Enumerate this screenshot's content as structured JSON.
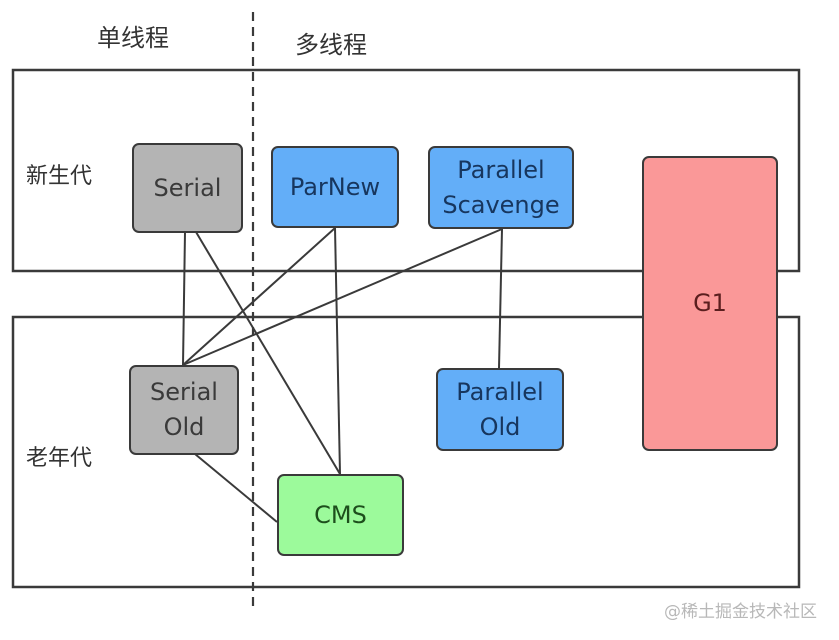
{
  "headers": {
    "single_thread": "单线程",
    "multi_thread": "多线程"
  },
  "generations": {
    "young": "新生代",
    "old": "老年代"
  },
  "collectors": {
    "serial": {
      "label": "Serial",
      "generation": "young",
      "threading": "single",
      "color": "#b4b4b4"
    },
    "parnew": {
      "label": "ParNew",
      "generation": "young",
      "threading": "multi",
      "color": "#63aef8"
    },
    "parallel_scavenge": {
      "label": "Parallel\nScavenge",
      "generation": "young",
      "threading": "multi",
      "color": "#63aef8"
    },
    "g1": {
      "label": "G1",
      "generation": "both",
      "threading": "multi",
      "color": "#fa9898"
    },
    "serial_old": {
      "label": "Serial\nOld",
      "generation": "old",
      "threading": "single",
      "color": "#b4b4b4"
    },
    "parallel_old": {
      "label": "Parallel\nOld",
      "generation": "old",
      "threading": "multi",
      "color": "#63aef8"
    },
    "cms": {
      "label": "CMS",
      "generation": "old",
      "threading": "multi",
      "color": "#9cfa9b"
    }
  },
  "connections": [
    [
      "serial",
      "serial_old"
    ],
    [
      "serial",
      "cms"
    ],
    [
      "parnew",
      "serial_old"
    ],
    [
      "parnew",
      "cms"
    ],
    [
      "parallel_scavenge",
      "serial_old"
    ],
    [
      "parallel_scavenge",
      "parallel_old"
    ],
    [
      "serial_old",
      "cms"
    ]
  ],
  "watermark": "@稀土掘金技术社区"
}
